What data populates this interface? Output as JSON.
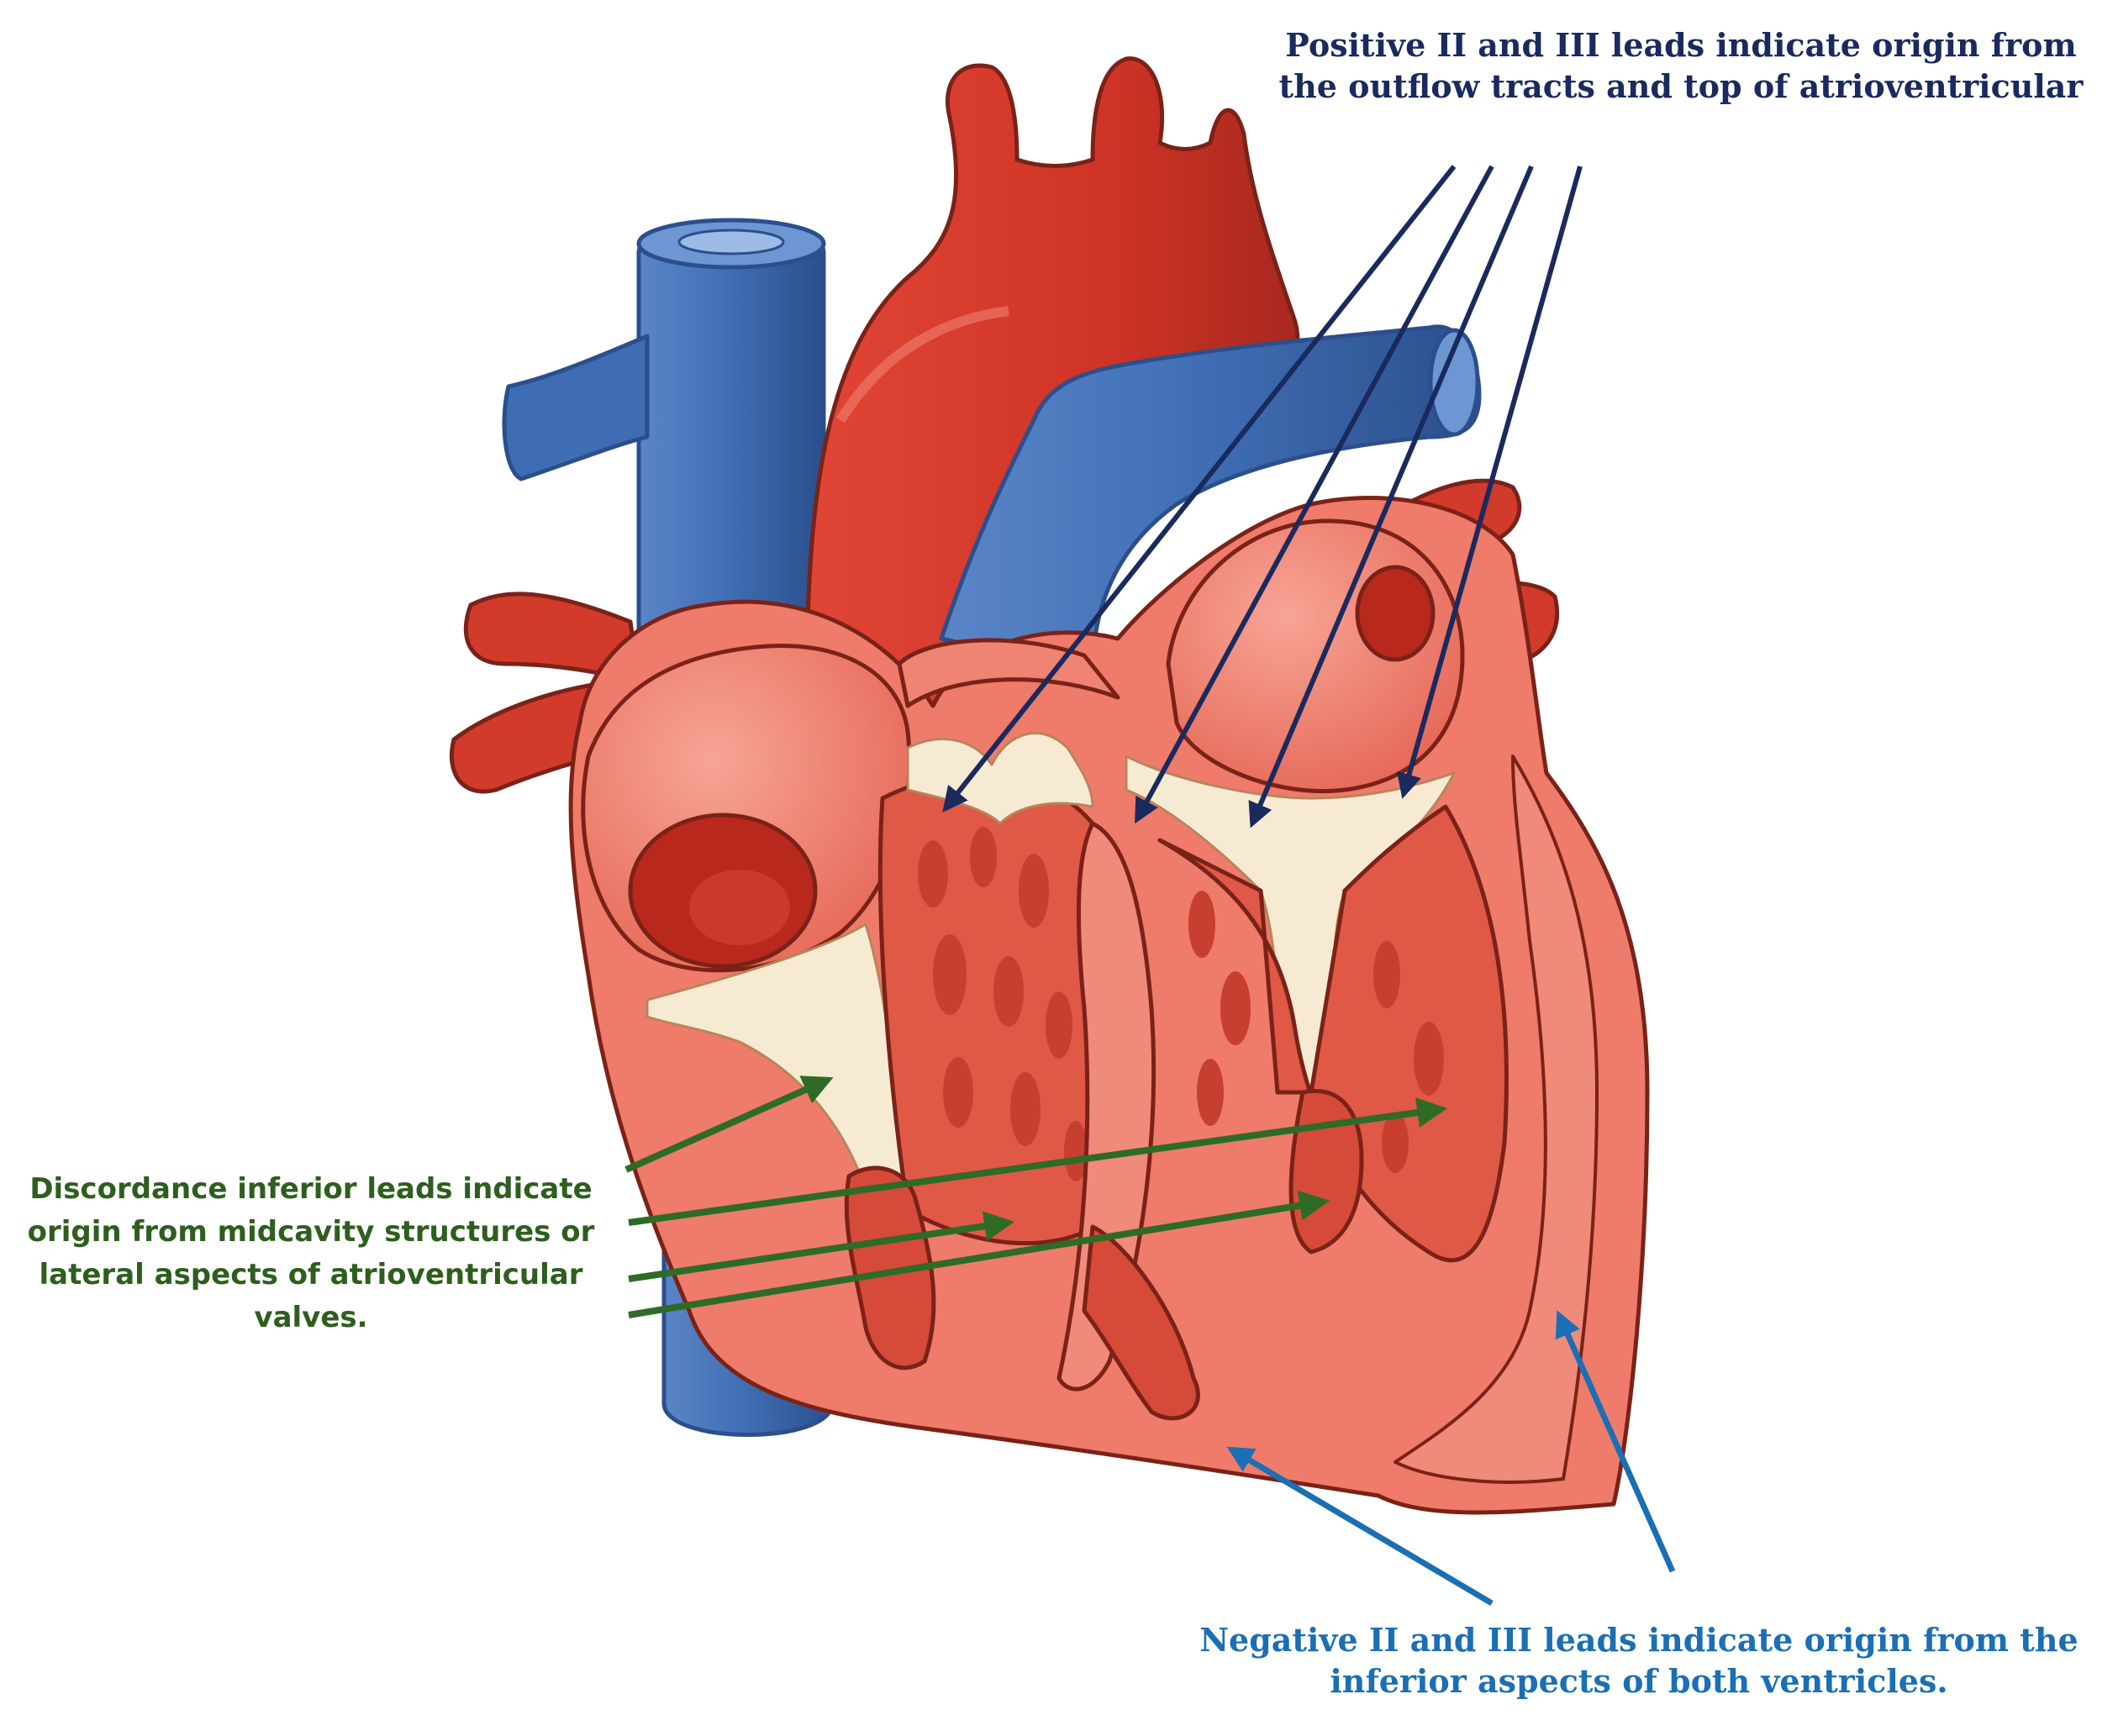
{
  "annotations": {
    "positive": {
      "lines": [
        "Positive II and III leads indicate origin from",
        "the outflow tracts and top of atrioventricular"
      ],
      "color": "#1a2a5e"
    },
    "discordance": {
      "lines": [
        "Discordance inferior leads indicate",
        "origin from midcavity structures or",
        "lateral aspects of atrioventricular",
        "valves."
      ],
      "color": "#2e5e1e"
    },
    "negative": {
      "lines": [
        "Negative II and III leads indicate origin from the",
        "inferior aspects of both ventricles."
      ],
      "color": "#1a6fb5"
    }
  },
  "colors": {
    "vessel_red": "#d23a2c",
    "vessel_red_dark": "#a8281f",
    "vein_blue": "#3f6db3",
    "vein_blue_dark": "#2b4f8c",
    "chamber": "#ef7b6b",
    "chamber_light": "#f5a090",
    "myocardium": "#e05846",
    "valve_cream": "#f6ead2",
    "outline": "#7a2218"
  },
  "icons": {
    "heart": "heart-cross-section-illustration"
  }
}
